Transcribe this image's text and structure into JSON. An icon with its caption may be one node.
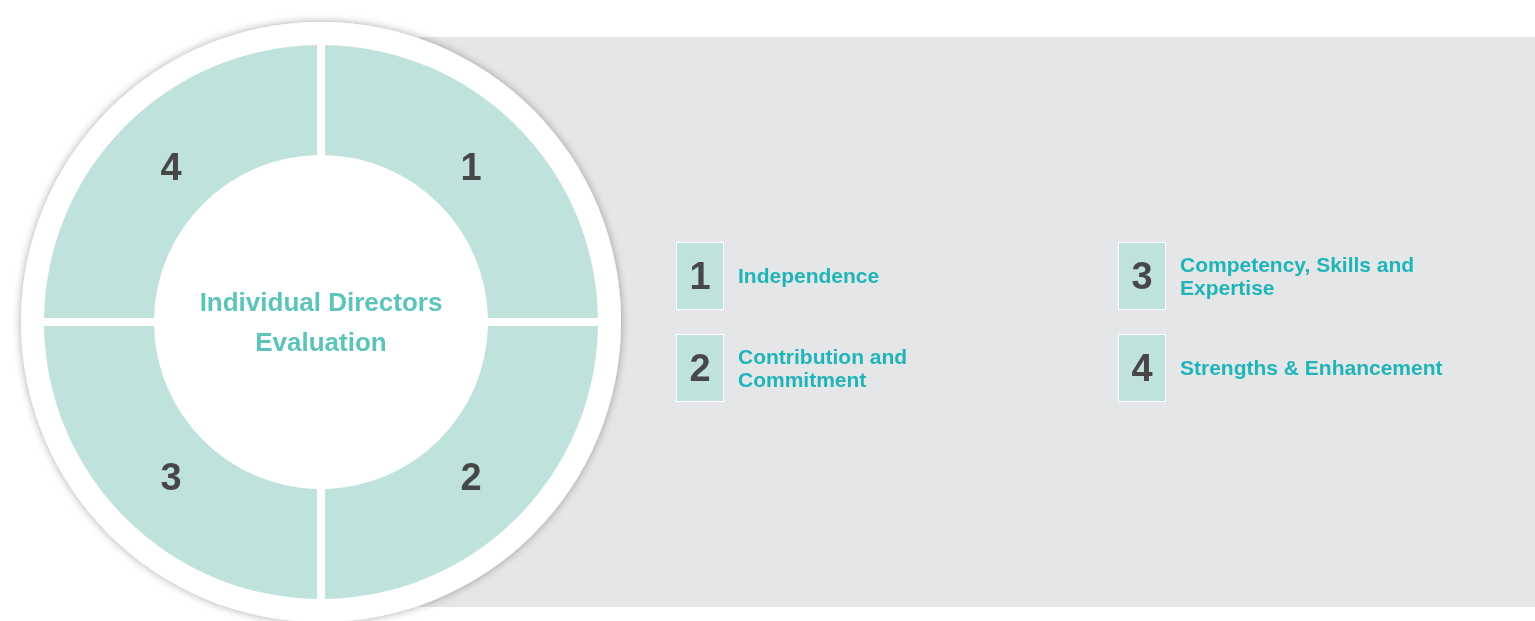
{
  "diagram": {
    "nodes": [
      {
        "text": [
          "Individual Directors Evaluation"
        ]
      },
      {
        "text": [
          "4"
        ]
      },
      {
        "text": [
          "1"
        ]
      },
      {
        "text": [
          "3"
        ]
      },
      {
        "text": [
          "2"
        ]
      },
      {
        "text": [
          "1"
        ],
        "beside": [
          "Independence"
        ]
      },
      {
        "text": [
          "3"
        ],
        "beside": [
          "Competency, Skills and Expertise"
        ]
      },
      {
        "text": [
          "2"
        ],
        "beside": [
          "Contribution and Commitment"
        ]
      },
      {
        "text": [
          "4"
        ],
        "beside": [
          "Strengths & Enhancement"
        ]
      }
    ]
  }
}
